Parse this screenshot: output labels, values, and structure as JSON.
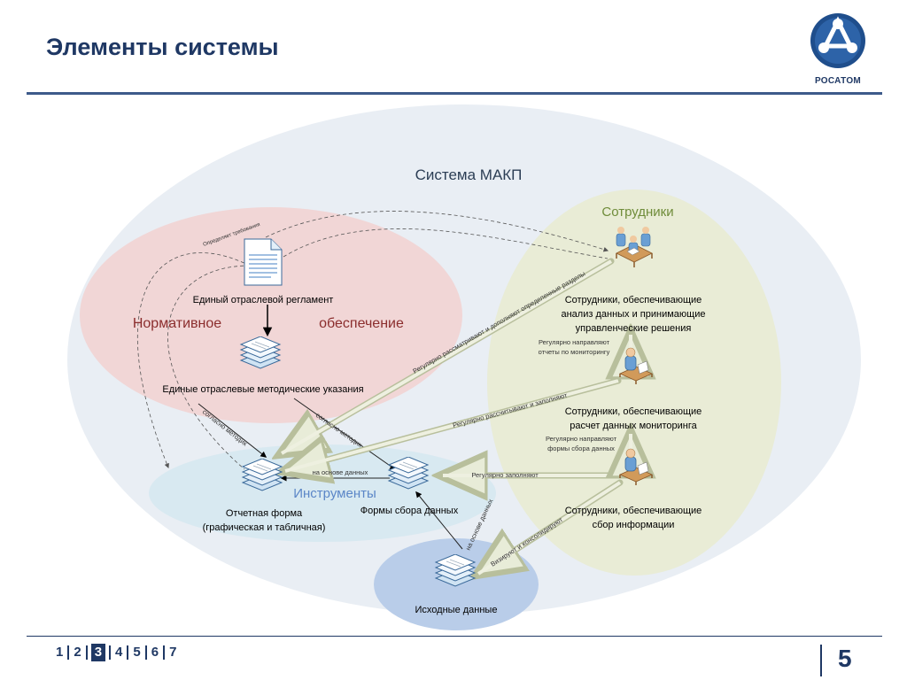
{
  "slide": {
    "title": "Элементы системы",
    "logo_text": "РОСАТОМ",
    "page_number": "5",
    "pager": [
      "1",
      "2",
      "3",
      "4",
      "5",
      "6",
      "7"
    ],
    "pager_active": "3"
  },
  "diagram": {
    "system_label": "Система МАКП",
    "group_normative": {
      "word1": "Нормативное",
      "word2": "обеспечение"
    },
    "group_staff": "Сотрудники",
    "group_tools": "Инструменты",
    "node_regulation": "Единый отраслевой регламент",
    "node_guidelines": "Единые отраслевые методические указания",
    "node_report_form": {
      "line1": "Отчетная форма",
      "line2": "(графическая и табличная)"
    },
    "node_collection_forms": "Формы сбора данных",
    "node_source_data": "Исходные данные",
    "staff_decision": {
      "line1": "Сотрудники, обеспечивающие",
      "line2": "анализ данных и принимающие",
      "line3": "управленческие решения"
    },
    "staff_monitoring": {
      "line1": "Сотрудники, обеспечивающие",
      "line2": "расчет данных мониторинга"
    },
    "staff_collection": {
      "line1": "Сотрудники, обеспечивающие",
      "line2": "сбор информации"
    },
    "edge_defines": "Определяет требования",
    "edge_review": "Регулярно рассматривают и дополняют определенные разделы",
    "edge_send_reports": {
      "line1": "Регулярно направляют",
      "line2": "отчеты по мониторингу"
    },
    "edge_calc_fill": "Регулярно рассчитывают и заполняют",
    "edge_send_forms": {
      "line1": "Регулярно направляют",
      "line2": "формы сбора данных"
    },
    "edge_fill": "Регулярно заполняют",
    "edge_per_method1": "согласно методик",
    "edge_per_method2": "согласно методик",
    "edge_based_on_data1": "на основе данных",
    "edge_based_on_data2": "на основе данных",
    "edge_validate": "Визируют и консолидируют"
  },
  "colors": {
    "title": "#1f3864",
    "system_fill": "#e9eef4",
    "normative_fill": "#f2d3d3",
    "staff_fill": "#e8ecd2",
    "tools_fill": "#d7e8f0",
    "source_fill": "#b9cde9",
    "staff_label": "#6f8c3a",
    "tools_label": "#5b86c7",
    "normative_label": "#8b2d2d"
  }
}
